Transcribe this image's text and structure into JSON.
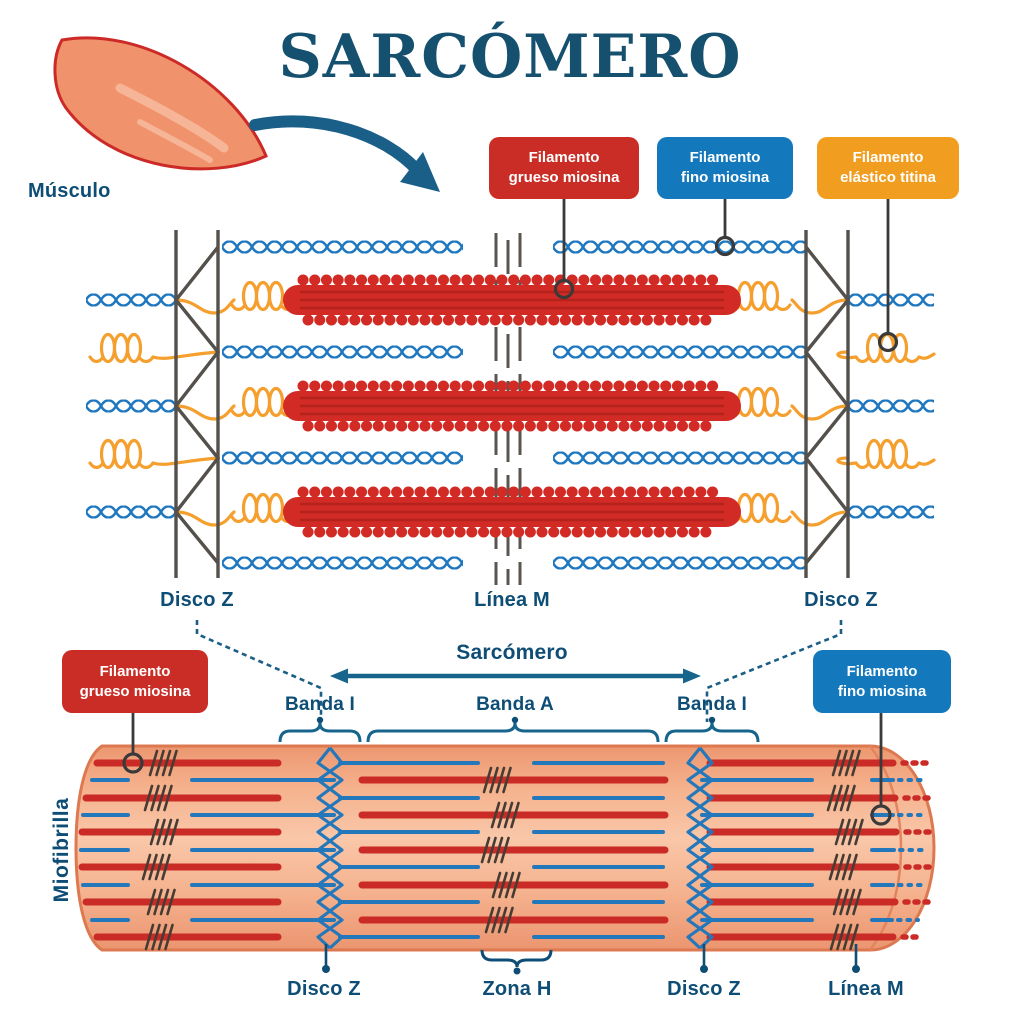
{
  "title": "SARCÓMERO",
  "muscle": {
    "label": "Músculo"
  },
  "legend": {
    "thick": {
      "l1": "Filamento",
      "l2": "grueso miosina"
    },
    "thin": {
      "l1": "Filamento",
      "l2": "fino miosina"
    },
    "titin": {
      "l1": "Filamento",
      "l2": "elástico titina"
    }
  },
  "upper": {
    "disco_z_left": "Disco Z",
    "linea_m": "Línea M",
    "disco_z_right": "Disco Z"
  },
  "middle": {
    "sarcomero": "Sarcómero",
    "banda_i_left": "Banda I",
    "banda_a": "Banda A",
    "banda_i_right": "Banda I"
  },
  "lower": {
    "miofibrilla": "Miofibrilla",
    "thick": {
      "l1": "Filamento",
      "l2": "grueso miosina"
    },
    "thin": {
      "l1": "Filamento",
      "l2": "fino miosina"
    },
    "disco_z_left": "Disco Z",
    "zona_h": "Zona H",
    "disco_z_right": "Disco Z",
    "linea_m": "Línea M"
  },
  "colors": {
    "title_navy": "#15516f",
    "label_navy": "#0e4d75",
    "annotation_blue": "#17658d",
    "legend_red": "#c92d25",
    "legend_blue": "#1478bd",
    "legend_orange": "#f19d20",
    "actin_blue": "#1f78bf",
    "titin_orange": "#f59f2e",
    "myosin_red": "#d22b25",
    "myofibril_red": "#cb2b26",
    "myofibril_blue": "#2377bb",
    "cylinder_salmon": "#f9c7a9",
    "z_line_gray": "#54504b"
  }
}
